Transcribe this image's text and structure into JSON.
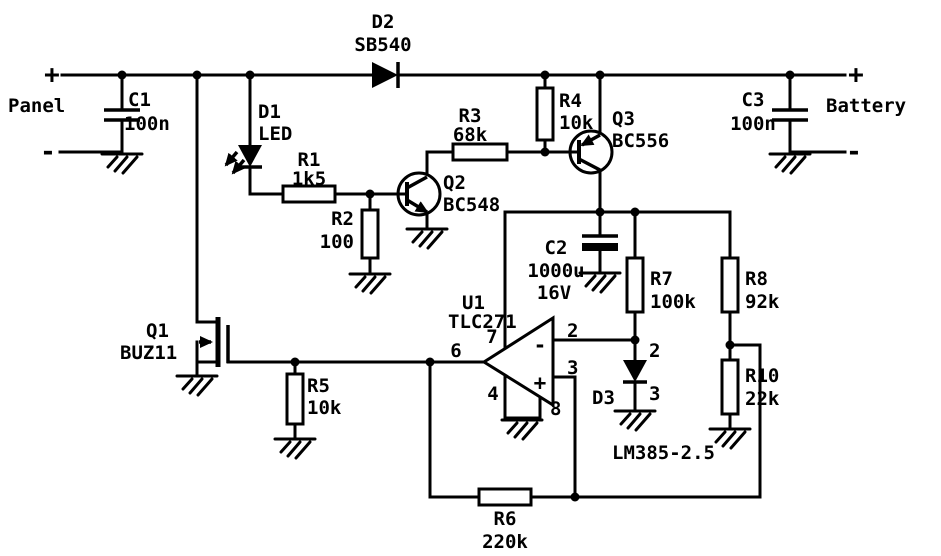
{
  "colors": {
    "ink": "#000000",
    "paper": "#ffffff"
  },
  "panel": {
    "label": "Panel",
    "plus": "+",
    "minus": "-"
  },
  "battery": {
    "label": "Battery",
    "plus": "+",
    "minus": "-"
  },
  "components": {
    "C1": {
      "ref": "C1",
      "value": "100n"
    },
    "C2": {
      "ref": "C2",
      "value": "1000u",
      "rating": "16V"
    },
    "C3": {
      "ref": "C3",
      "value": "100n"
    },
    "D1": {
      "ref": "D1",
      "value": "LED"
    },
    "D2": {
      "ref": "D2",
      "value": "SB540"
    },
    "D3": {
      "ref": "D3",
      "value": "LM385-2.5",
      "pin_top": "2",
      "pin_bottom": "3"
    },
    "Q1": {
      "ref": "Q1",
      "value": "BUZ11"
    },
    "Q2": {
      "ref": "Q2",
      "value": "BC548"
    },
    "Q3": {
      "ref": "Q3",
      "value": "BC556"
    },
    "R1": {
      "ref": "R1",
      "value": "1k5"
    },
    "R2": {
      "ref": "R2",
      "value": "100"
    },
    "R3": {
      "ref": "R3",
      "value": "68k"
    },
    "R4": {
      "ref": "R4",
      "value": "10k"
    },
    "R5": {
      "ref": "R5",
      "value": "10k"
    },
    "R6": {
      "ref": "R6",
      "value": "220k"
    },
    "R7": {
      "ref": "R7",
      "value": "100k"
    },
    "R8": {
      "ref": "R8",
      "value": "92k"
    },
    "R10": {
      "ref": "R10",
      "value": "22k"
    },
    "U1": {
      "ref": "U1",
      "value": "TLC271",
      "pin2": "2",
      "pin3": "3",
      "pin4": "4",
      "pin6": "6",
      "pin7": "7",
      "pin8": "8",
      "inv": "-",
      "noninv": "+"
    }
  }
}
